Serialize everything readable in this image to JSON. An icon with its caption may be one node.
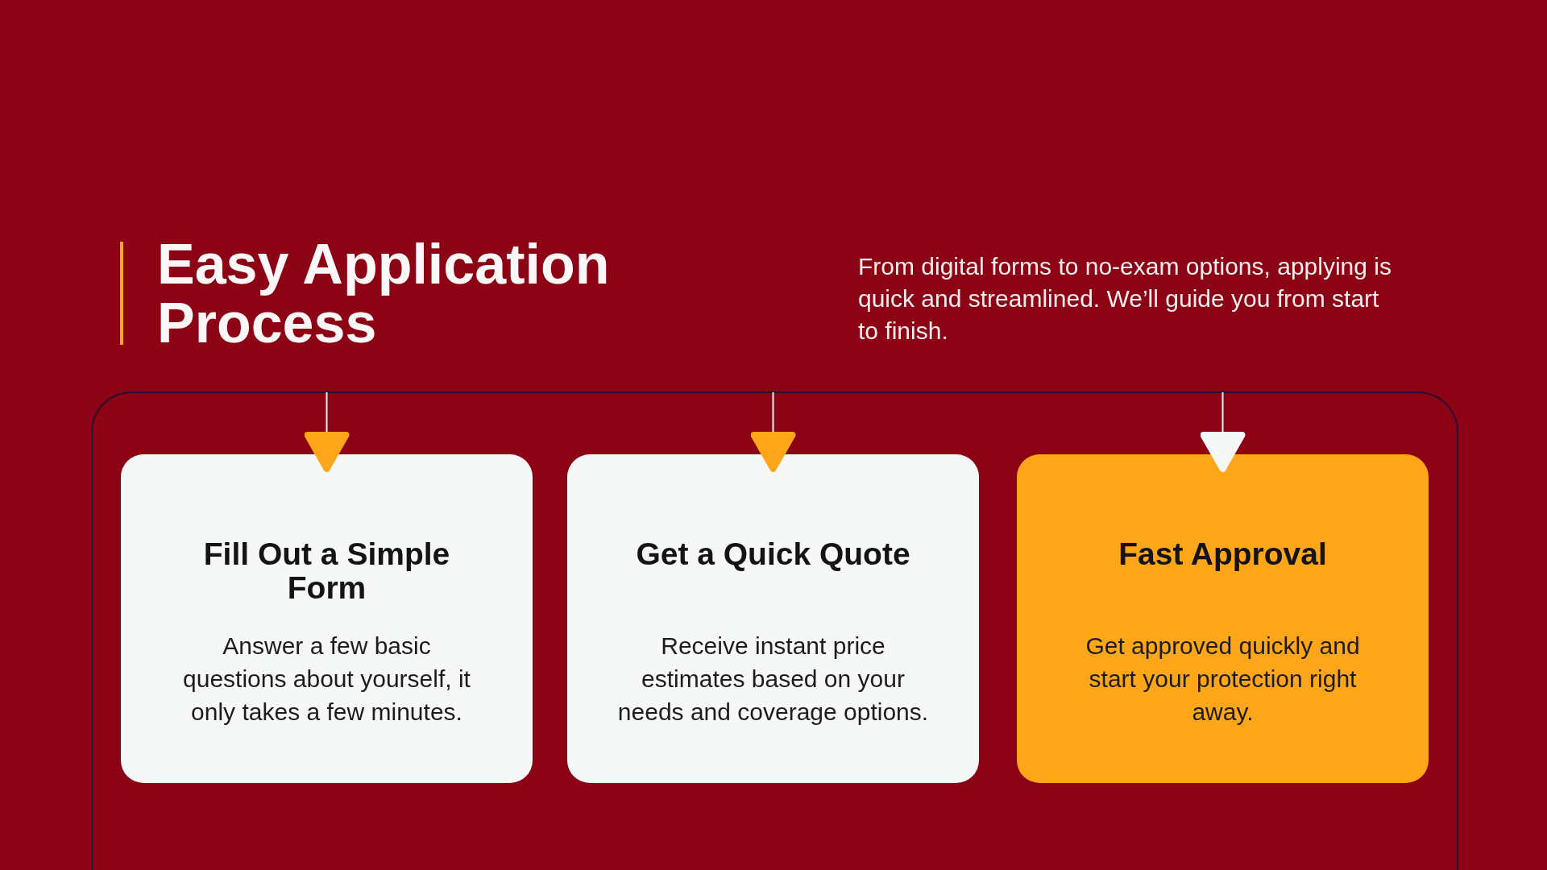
{
  "diagram": {
    "title": "Easy Application Process",
    "nodes": [
      {
        "text": [],
        "shape": "box"
      },
      {
        "text": [
          "Fill Out a Simple Form",
          "Answer a few basic questions about yourself, it only takes a few minutes."
        ],
        "in": 0
      },
      {
        "text": [
          "Get a Quick Quote",
          "Receive instant price estimates based on your needs and coverage options."
        ],
        "in": 0
      },
      {
        "text": [
          "Fast Approval",
          "Get approved quickly and start your protection right away."
        ],
        "in": 0
      }
    ],
    "edges": [
      {
        "from": 0,
        "to": 1,
        "arrow": "to"
      },
      {
        "from": 0,
        "to": 2,
        "arrow": "to"
      },
      {
        "from": 0,
        "to": 3,
        "arrow": "to",
        "color": "#f6f7f7"
      }
    ],
    "labels": [
      "From digital forms to no-exam options, applying is quick and streamlined. We’ll guide you from start to finish."
    ]
  }
}
